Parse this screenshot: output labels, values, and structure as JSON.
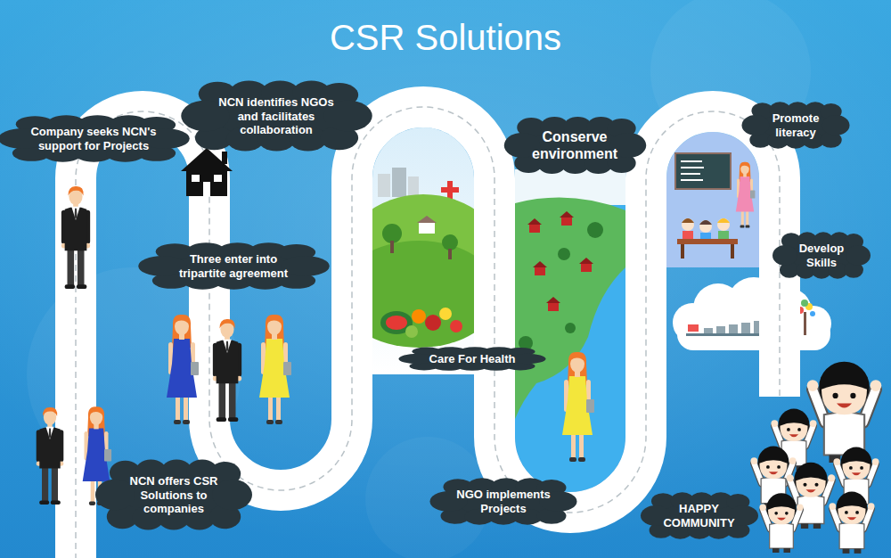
{
  "diagram": {
    "title": "CSR Solutions",
    "nodes": [
      {
        "text": [
          "NCN offers CSR Solutions to companies"
        ]
      },
      {
        "text": [
          "Company seeks NCN's support for Projects"
        ]
      },
      {
        "text": [
          "NCN identifies NGOs and facilitates collaboration"
        ]
      },
      {
        "text": [
          "Three enter into tripartite agreement"
        ]
      },
      {
        "text": [
          "Care For Health"
        ]
      },
      {
        "text": [
          "Conserve environment"
        ]
      },
      {
        "text": [
          "NGO implements Projects"
        ]
      },
      {
        "text": [
          "Promote literacy"
        ]
      },
      {
        "text": [
          "Develop Skills"
        ]
      },
      {
        "text": [
          "HAPPY COMMUNITY"
        ]
      }
    ]
  }
}
